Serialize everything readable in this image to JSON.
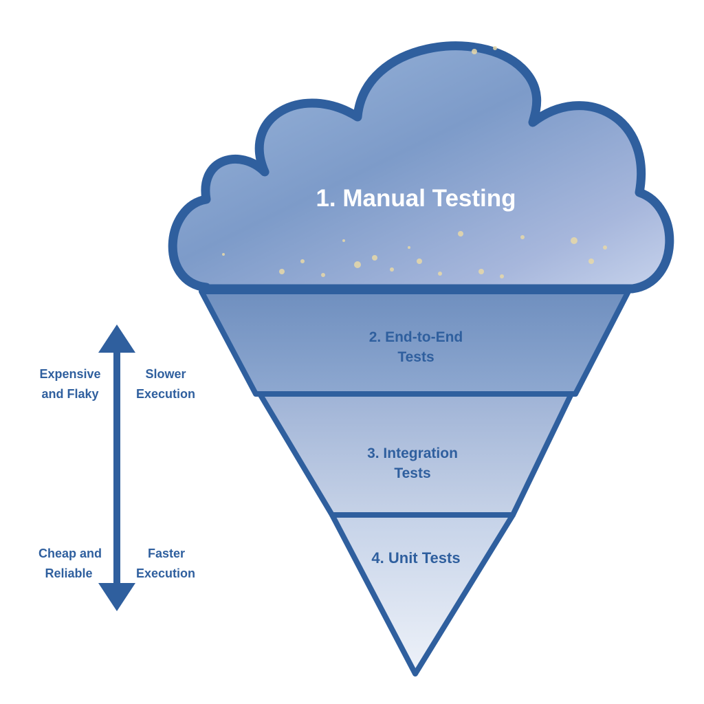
{
  "colors": {
    "brand_blue": "#2f5f9e",
    "cloud_fill_top": "#7f9fcc",
    "cloud_fill_bottom": "#b3c4e4",
    "white": "#ffffff"
  },
  "layers": [
    {
      "id": "manual",
      "label": "1. Manual  Testing",
      "shape": "cloud"
    },
    {
      "id": "e2e",
      "label_line1": "2. End-to-End",
      "label_line2": "Tests"
    },
    {
      "id": "integration",
      "label_line1": "3. Integration",
      "label_line2": "Tests"
    },
    {
      "id": "unit",
      "label": "4. Unit Tests"
    }
  ],
  "axis": {
    "icon": "double-headed-vertical-arrow",
    "top_left": {
      "line1": "Expensive",
      "line2": "and Flaky"
    },
    "top_right": {
      "line1": "Slower",
      "line2": "Execution"
    },
    "bottom_left": {
      "line1": "Cheap and",
      "line2": "Reliable"
    },
    "bottom_right": {
      "line1": "Faster",
      "line2": "Execution"
    }
  }
}
